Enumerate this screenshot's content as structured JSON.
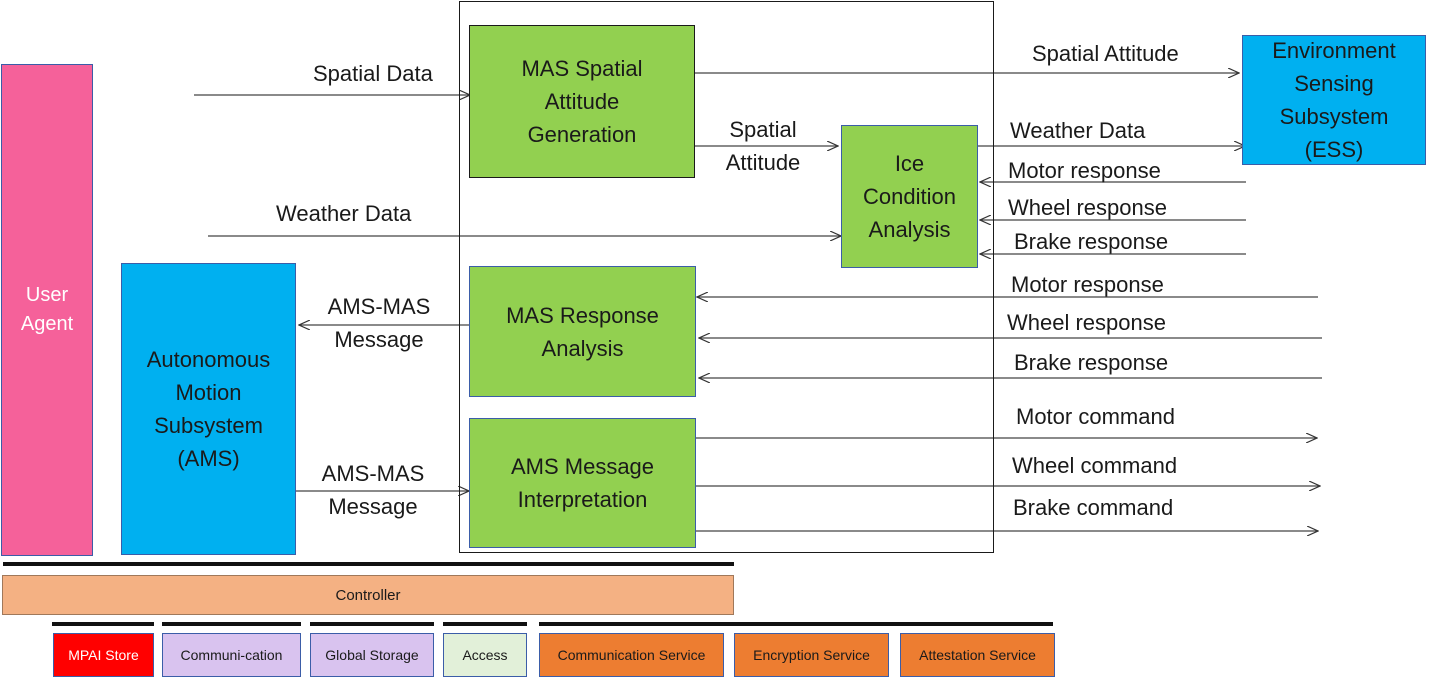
{
  "blocks": {
    "user_agent": "User\nAgent",
    "ams": "Autonomous\nMotion\nSubsystem\n(AMS)",
    "ess": "Environment\nSensing\nSubsystem\n(ESS)",
    "mas_spatial": "MAS Spatial\nAttitude\nGeneration",
    "ice": "Ice\nCondition\nAnalysis",
    "mas_response": "MAS Response\nAnalysis",
    "ams_interp": "AMS Message\nInterpretation"
  },
  "labels": {
    "spatial_data": "Spatial Data",
    "spatial_attitude_out": "Spatial Attitude",
    "spatial_attitude_mid": "Spatial\nAttitude",
    "weather_data_in": "Weather Data",
    "weather_data_out": "Weather Data",
    "ice_motor": "Motor response",
    "ice_wheel": "Wheel response",
    "ice_brake": "Brake response",
    "resp_motor": "Motor response",
    "resp_wheel": "Wheel response",
    "resp_brake": "Brake response",
    "ams_mas_out": "AMS-MAS\nMessage",
    "ams_mas_in": "AMS-MAS\nMessage",
    "cmd_motor": "Motor command",
    "cmd_wheel": "Wheel command",
    "cmd_brake": "Brake command"
  },
  "bottom": {
    "controller": "Controller",
    "tiles": [
      "MPAI Store",
      "Communi-cation",
      "Global Storage",
      "Access",
      "Communication Service",
      "Encryption Service",
      "Attestation Service"
    ]
  },
  "colors": {
    "user_agent": "#f5619a",
    "subsystem": "#00b0f0",
    "ai_module": "#92d050",
    "controller": "#f4b183",
    "store": "#ff0000",
    "platform_service": "#d9c3ef",
    "access": "#e2f0d9",
    "security_service": "#ed7d31"
  }
}
